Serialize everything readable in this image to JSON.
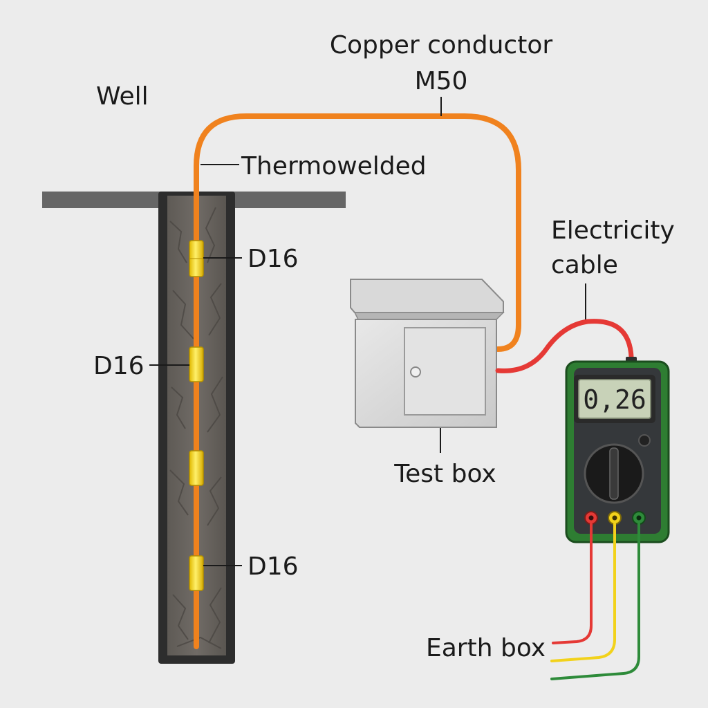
{
  "labels": {
    "well": "Well",
    "conductor_line1": "Copper conductor",
    "conductor_line2": "M50",
    "thermowelded": "Thermowelded",
    "d16_top": "D16",
    "d16_middle": "D16",
    "d16_bottom": "D16",
    "electricity_line1": "Electricity",
    "electricity_line2": "cable",
    "test_box": "Test box",
    "earth_box": "Earth box"
  },
  "meter": {
    "reading": "0,26"
  },
  "colors": {
    "background": "#ececec",
    "conductor": "#f0821e",
    "electricity_cable": "#e53935",
    "connector": "#f6d20c",
    "meter_body": "#2e7d32",
    "lead_red": "#e53935",
    "lead_yellow": "#f2d21b",
    "lead_green": "#2e8b3a"
  }
}
